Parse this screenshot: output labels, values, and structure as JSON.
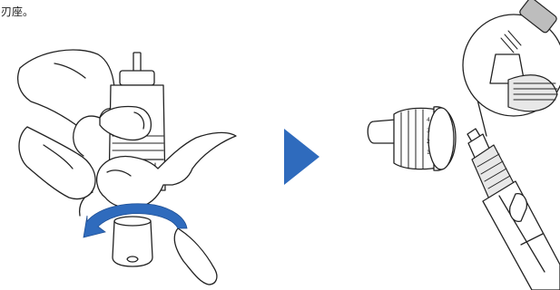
{
  "caption": {
    "text": "刃座。"
  },
  "colors": {
    "arrow_blue": "#2f6bbd",
    "rotation_arrow_blue": "#2f6bbd",
    "line": "#222222",
    "background": "#ffffff"
  },
  "icons": {
    "next_step": "right-triangle-arrow",
    "rotate": "curved-rotation-arrow"
  }
}
